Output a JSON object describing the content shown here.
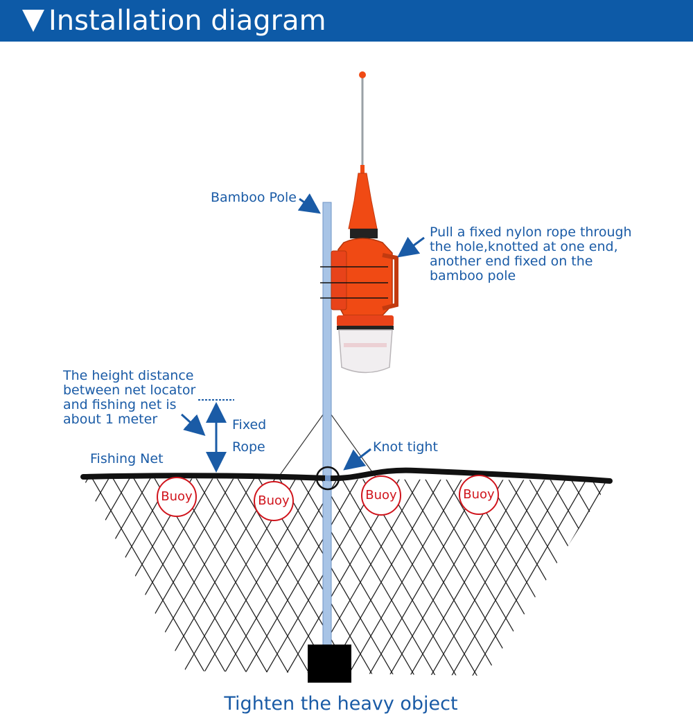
{
  "header": {
    "title": "Installation diagram"
  },
  "labels": {
    "bamboo_pole": "Bamboo Pole",
    "nylon_rope": [
      "Pull a fixed nylon rope through",
      "the hole,knotted at one end,",
      "another end fixed on the",
      "bamboo pole"
    ],
    "height_distance": [
      "The height distance",
      "between net locator",
      "and fishing net is",
      "about 1 meter"
    ],
    "fixed_rope": [
      "Fixed",
      "Rope"
    ],
    "fishing_net": "Fishing Net",
    "knot_tight": "Knot tight",
    "buoy": "Buoy",
    "heavy_object": "Tighten the heavy object"
  },
  "colors": {
    "header_bg": "#0d5aa7",
    "label_blue": "#1a5ba6",
    "pole_blue": "#a8c4e6",
    "buoy_red": "#d0141c",
    "locator_orange": "#f04a14"
  }
}
